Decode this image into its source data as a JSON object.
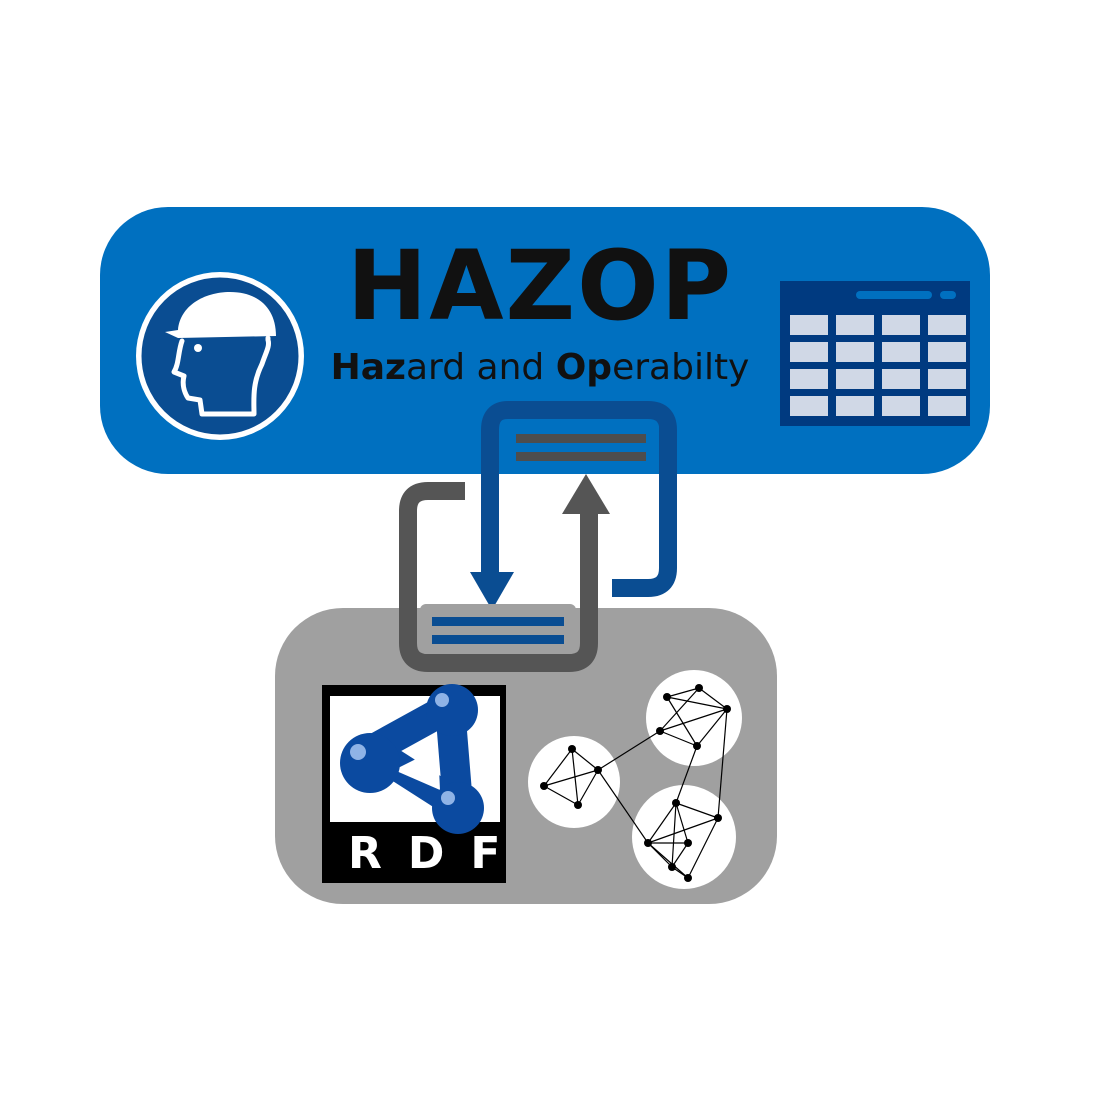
{
  "hazop": {
    "title": "HAZOP",
    "subtitle_parts": [
      {
        "text": "Haz",
        "bold": true
      },
      {
        "text": "ard and ",
        "bold": false
      },
      {
        "text": "Op",
        "bold": true
      },
      {
        "text": "erabilty",
        "bold": false
      }
    ]
  },
  "rdf": {
    "label": "RDF"
  },
  "colors": {
    "hazop_panel": "#0070c0",
    "helmet_circle": "#0a4d92",
    "table_header": "#003a80",
    "table_cell": "#d0d8e6",
    "rdf_panel": "#a0a0a0",
    "rdf_logo_blue": "#0b4aa0",
    "arrow_blue": "#0a4d92",
    "arrow_gray": "#555555"
  },
  "icons": [
    "hard-hat-head-icon",
    "table-icon",
    "rdf-logo-icon",
    "knowledge-graph-icon",
    "document-icon"
  ]
}
